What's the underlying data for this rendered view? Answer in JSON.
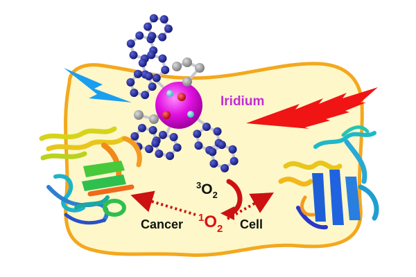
{
  "labels": {
    "metal": "Iridium",
    "triplet_sup": "3",
    "triplet_base": "O",
    "triplet_sub": "2",
    "singlet_sup": "1",
    "singlet_base": "O",
    "singlet_sub": "2",
    "left_word": "Cancer",
    "right_word": "Cell"
  },
  "icons": {
    "left_light": "blue-lightning-bolt-icon",
    "right_light": "red-lightning-bolt-icon",
    "cycle": "curved-red-arrow-icon",
    "molecule": "iridium-complex-ball-and-stick",
    "left_protein": "protein-ribbon-left",
    "right_protein": "protein-ribbon-right"
  },
  "colors": {
    "cell_fill": "#fdf7c9",
    "cell_border": "#f3a81e",
    "iridium": "#e011e0",
    "carbon_ring": "#1a1f8c",
    "carbon_gray": "#9a9a9a",
    "nitrogen": "#6fd3d8",
    "oxygen": "#d61f1f",
    "blue_bolt": "#1a9ff0",
    "red_bolt": "#f01414",
    "arrow_red": "#cc1111",
    "label_purple": "#c12cd6"
  }
}
